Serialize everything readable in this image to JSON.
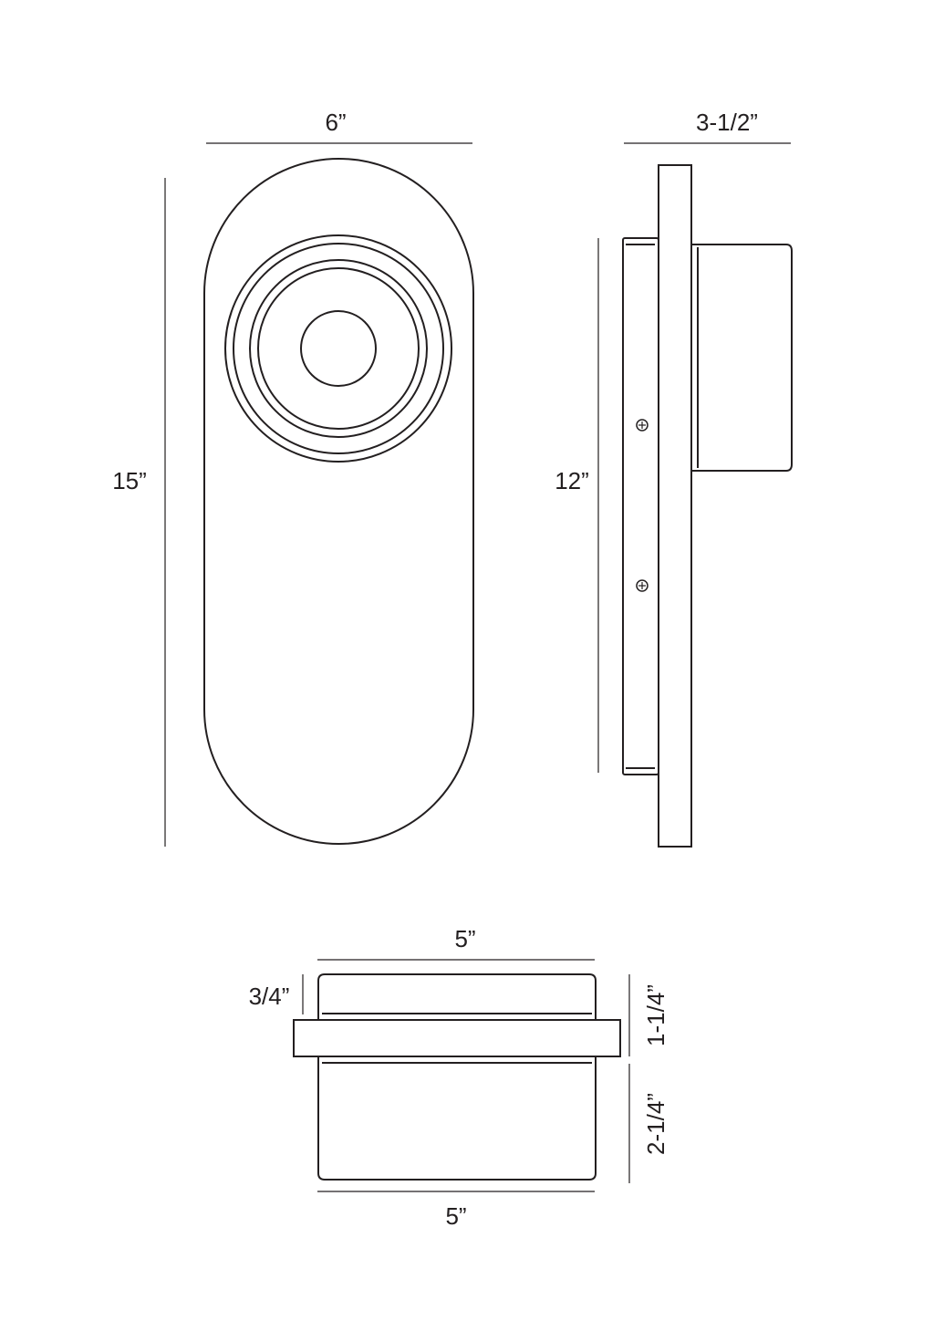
{
  "colors": {
    "line": "#231f20",
    "background": "#ffffff"
  },
  "dimensions": {
    "front_width": "6”",
    "front_height": "15”",
    "side_depth": "3-1/2”",
    "side_height": "12”",
    "bottom_top_width": "5”",
    "bottom_bottom_width": "5”",
    "bottom_top_height": "3/4”",
    "bottom_upper_height": "1-1/4”",
    "bottom_lower_height": "2-1/4”"
  }
}
